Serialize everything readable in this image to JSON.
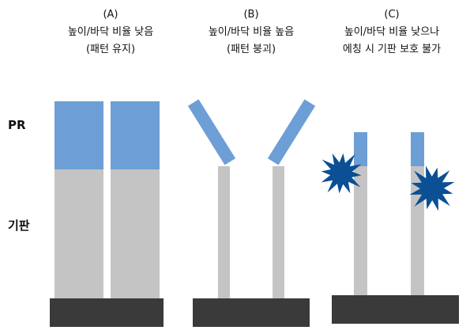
{
  "panels": [
    {
      "id": "A",
      "label": "(A)",
      "line1": "높이/바닥 비율 낮음",
      "line2": "(패턴 유지)"
    },
    {
      "id": "B",
      "label": "(B)",
      "line1": "높이/바닥 비율 높음",
      "line2": "(패턴 붕괴)"
    },
    {
      "id": "C",
      "label": "(C)",
      "line1": "높이/바닥 비율 낮으나",
      "line2": "에칭 시 기판 보호 불가"
    }
  ],
  "side_labels": {
    "pr": "PR",
    "substrate": "기판"
  },
  "colors": {
    "pr": "#6e9ed6",
    "substrate_pillar": "#c4c4c4",
    "base": "#3a3a3a",
    "etch_burst": "#0b4f94"
  },
  "icons": {
    "etch_burst": "starburst-icon"
  }
}
